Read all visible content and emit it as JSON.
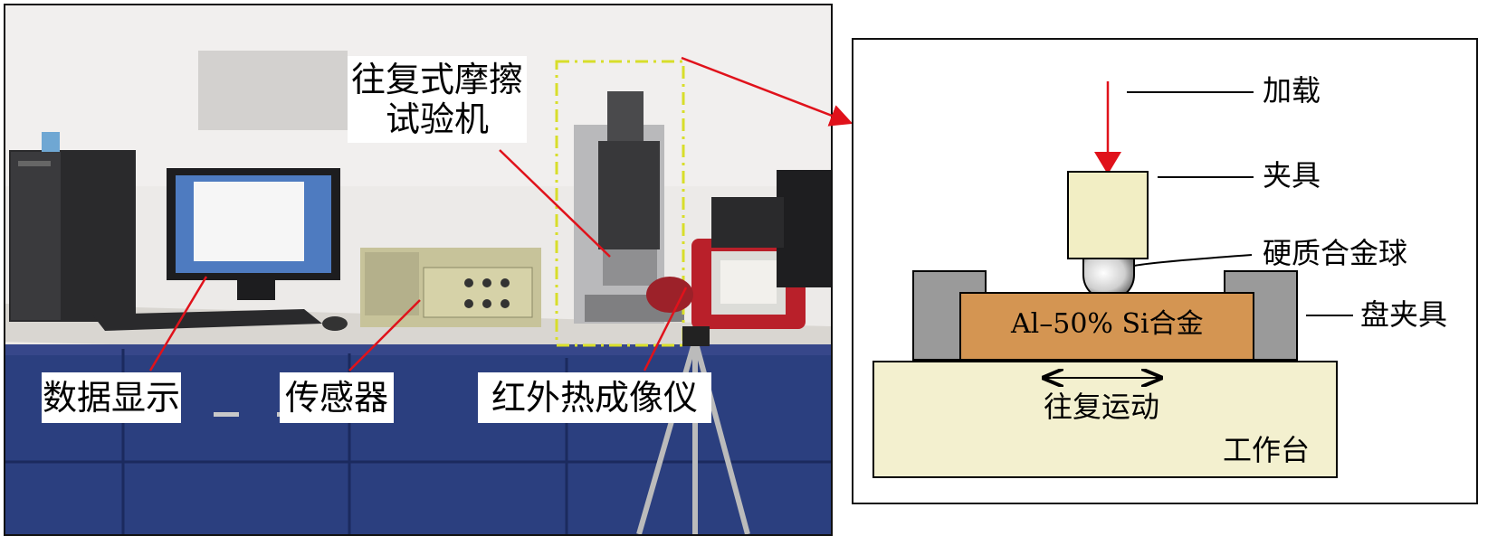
{
  "photo": {
    "labels": {
      "tester_line1": "往复式摩擦",
      "tester_line2": "试验机",
      "data_display": "数据显示",
      "sensor": "传感器",
      "ir_camera": "红外热成像仪"
    }
  },
  "schematic": {
    "labels": {
      "load": "加载",
      "fixture": "夹具",
      "carbide_ball": "硬质合金球",
      "disc_fixture": "盘夹具",
      "alloy": "Al–50% Si合金",
      "reciprocating": "往复运动",
      "worktable": "工作台"
    }
  },
  "colors": {
    "pointer_red": "#e0121b",
    "fixture_fill": "#f2eec4",
    "alloy_fill": "#d49552",
    "clamp_gray": "#9a9a9a",
    "table_fill": "#f3f0cf",
    "dashed_box": "#d8de2a"
  }
}
